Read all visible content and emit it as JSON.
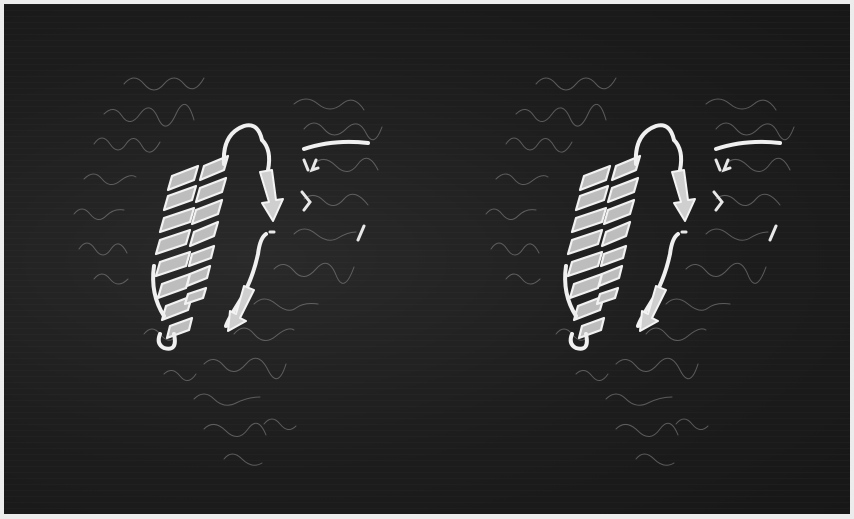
{
  "image": {
    "kind": "stereo-pair",
    "subject": "protein-ribbon-structure",
    "background_color": "#1c1c1c",
    "ribbon_color": "#e6e6e6",
    "trace_color": "#9a9a9a",
    "views": [
      "left-eye",
      "right-eye"
    ]
  }
}
